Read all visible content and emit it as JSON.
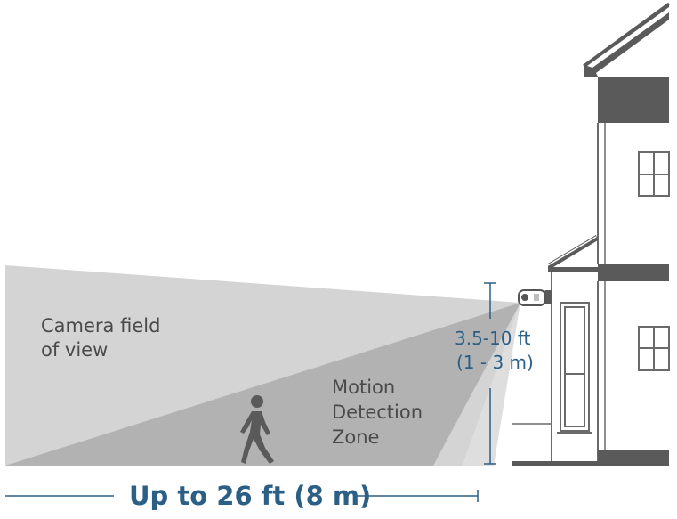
{
  "labels": {
    "camera_fov_line1": "Camera field",
    "camera_fov_line2": "of view",
    "motion_line1": "Motion",
    "motion_line2": "Detection",
    "motion_line3": "Zone",
    "height_line1": "3.5-10 ft",
    "height_line2": "(1 - 3 m)",
    "distance": "Up to 26 ft (8 m)"
  },
  "colors": {
    "field_of_view": "#d4d4d4",
    "motion_zone": "#b2b2b2",
    "house_dark": "#595959",
    "house_line": "#6a6a6a",
    "measure_blue": "#2b5f86",
    "person": "#5a5a5a"
  },
  "icons": {
    "person": "walking-person-icon",
    "camera": "security-camera-icon"
  }
}
